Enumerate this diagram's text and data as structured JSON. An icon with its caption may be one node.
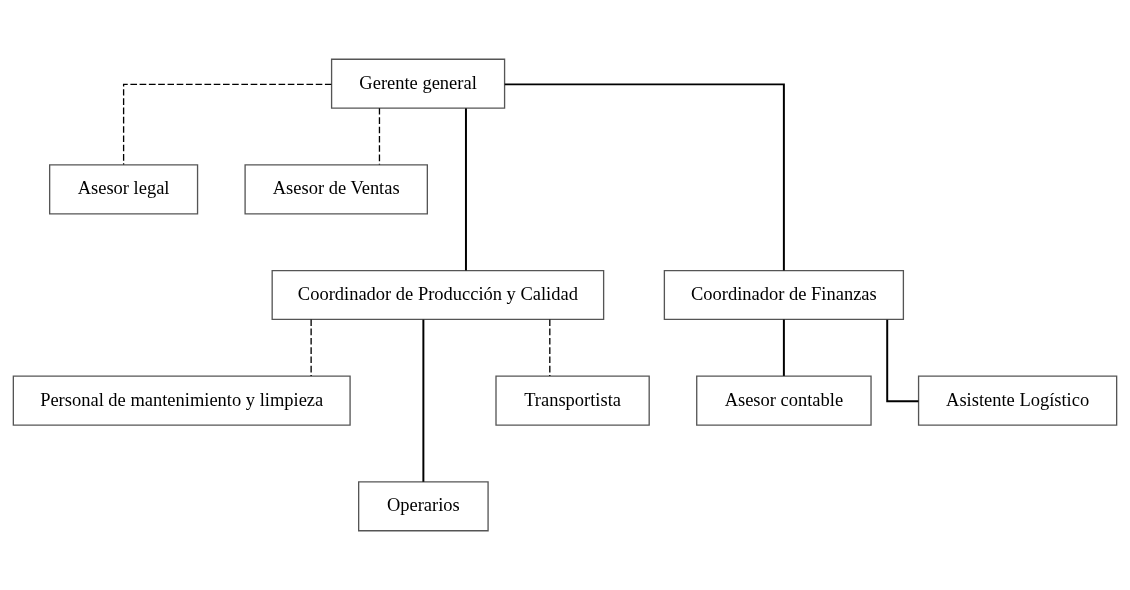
{
  "diagram": {
    "nodes": [
      {
        "text": [
          "Gerente general"
        ]
      },
      {
        "text": [
          "Asesor legal"
        ]
      },
      {
        "text": [
          "Asesor de Ventas"
        ]
      },
      {
        "text": [
          "Coordinador de Producción y Calidad"
        ]
      },
      {
        "text": [
          "Coordinador de Finanzas"
        ]
      },
      {
        "text": [
          "Personal de mantenimiento y limpieza"
        ]
      },
      {
        "text": [
          "Operarios"
        ]
      },
      {
        "text": [
          "Transportista"
        ]
      },
      {
        "text": [
          "Asesor contable"
        ]
      },
      {
        "text": [
          "Asistente Logístico"
        ]
      }
    ],
    "edges": [
      {
        "from": 0,
        "to": 1,
        "arrow": "none",
        "style": "dashed"
      },
      {
        "from": 0,
        "to": 2,
        "arrow": "none",
        "style": "dashed"
      },
      {
        "from": 0,
        "to": 3,
        "arrow": "none"
      },
      {
        "from": 0,
        "to": 4,
        "arrow": "none"
      },
      {
        "from": 3,
        "to": 5,
        "arrow": "none",
        "style": "dashed"
      },
      {
        "from": 3,
        "to": 6,
        "arrow": "none"
      },
      {
        "from": 3,
        "to": 7,
        "arrow": "none",
        "style": "dashed"
      },
      {
        "from": 4,
        "to": 8,
        "arrow": "none"
      },
      {
        "from": 4,
        "to": 9,
        "arrow": "none"
      }
    ]
  }
}
